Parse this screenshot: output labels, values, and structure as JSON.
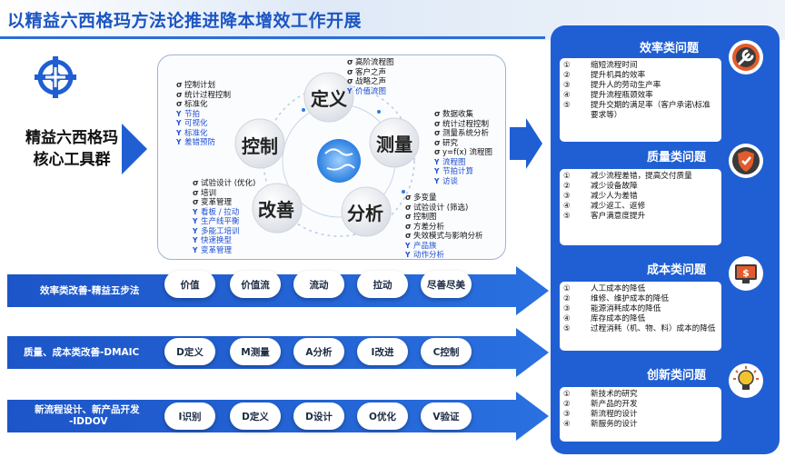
{
  "title": "以精益六西格玛方法论推进降本增效工作开展",
  "core_label_line1": "精益六西格玛",
  "core_label_line2": "核心工具群",
  "circles": [
    {
      "label": "定义",
      "tools": [
        {
          "kind": "s",
          "text": "高阶流程图"
        },
        {
          "kind": "s",
          "text": "客户之声"
        },
        {
          "kind": "s",
          "text": "战略之声"
        },
        {
          "kind": "t",
          "text": "价值流图"
        }
      ]
    },
    {
      "label": "测量",
      "tools": [
        {
          "kind": "s",
          "text": "数据收集"
        },
        {
          "kind": "s",
          "text": "统计过程控制"
        },
        {
          "kind": "s",
          "text": "测量系统分析"
        },
        {
          "kind": "s",
          "text": "研究"
        },
        {
          "kind": "s",
          "text": "y=f(x) 流程图"
        },
        {
          "kind": "t",
          "text": "流程图"
        },
        {
          "kind": "t",
          "text": "节拍计算"
        },
        {
          "kind": "t",
          "text": "访谈"
        }
      ]
    },
    {
      "label": "分析",
      "tools": [
        {
          "kind": "s",
          "text": "多变量"
        },
        {
          "kind": "s",
          "text": "试验设计 (筛选)"
        },
        {
          "kind": "s",
          "text": "控制图"
        },
        {
          "kind": "s",
          "text": "方差分析"
        },
        {
          "kind": "s",
          "text": "失效模式与影响分析"
        },
        {
          "kind": "t",
          "text": "产品族"
        },
        {
          "kind": "t",
          "text": "动作分析"
        }
      ]
    },
    {
      "label": "改善",
      "tools": [
        {
          "kind": "s",
          "text": "试验设计 (优化)"
        },
        {
          "kind": "s",
          "text": "培训"
        },
        {
          "kind": "s",
          "text": "变革管理"
        },
        {
          "kind": "t",
          "text": "看板 / 拉动"
        },
        {
          "kind": "t",
          "text": "生产线平衡"
        },
        {
          "kind": "t",
          "text": "多能工培训"
        },
        {
          "kind": "t",
          "text": "快速换型"
        },
        {
          "kind": "t",
          "text": "变革管理"
        }
      ]
    },
    {
      "label": "控制",
      "tools": [
        {
          "kind": "s",
          "text": "控制计划"
        },
        {
          "kind": "s",
          "text": "统计过程控制"
        },
        {
          "kind": "s",
          "text": "标准化"
        },
        {
          "kind": "t",
          "text": "节拍"
        },
        {
          "kind": "t",
          "text": "可视化"
        },
        {
          "kind": "t",
          "text": "标准化"
        },
        {
          "kind": "t",
          "text": "差错预防"
        }
      ]
    }
  ],
  "rows": [
    {
      "label": "效率类改善-精益五步法",
      "steps": [
        "价值",
        "价值流",
        "流动",
        "拉动",
        "尽善尽美"
      ]
    },
    {
      "label": "质量、成本类改善-DMAIC",
      "steps": [
        "D定义",
        "M测量",
        "A分析",
        "I改进",
        "C控制"
      ]
    },
    {
      "label_line1": "新流程设计、新产品开发",
      "label_line2": "-IDDOV",
      "steps": [
        "I识别",
        "D定义",
        "D设计",
        "O优化",
        "V验证"
      ]
    }
  ],
  "categories": [
    {
      "title": "效率类问题",
      "icon": "wrench-gear-icon",
      "items": [
        {
          "num": "①",
          "text": "缩短流程时间"
        },
        {
          "num": "②",
          "text": "提升机具的效率"
        },
        {
          "num": "③",
          "text": "提升人的劳动生产率"
        },
        {
          "num": "④",
          "text": "提升流程瓶颈效率"
        },
        {
          "num": "⑤",
          "text": "提升交期的满足率（客户承诺\\标准要求等）"
        }
      ]
    },
    {
      "title": "质量类问题",
      "icon": "shield-icon",
      "items": [
        {
          "num": "①",
          "text": "减少流程差错，提高交付质量"
        },
        {
          "num": "②",
          "text": "减少设备故障"
        },
        {
          "num": "③",
          "text": "减少人为差错"
        },
        {
          "num": "④",
          "text": "减少返工、返修"
        },
        {
          "num": "⑤",
          "text": "客户满意度提升"
        }
      ]
    },
    {
      "title": "成本类问题",
      "icon": "monitor-dollar-icon",
      "items": [
        {
          "num": "①",
          "text": "人工成本的降低"
        },
        {
          "num": "②",
          "text": "维修、维护成本的降低"
        },
        {
          "num": "③",
          "text": "能源消耗成本的降低"
        },
        {
          "num": "④",
          "text": "库存成本的降低"
        },
        {
          "num": "⑤",
          "text": "过程消耗（机、物、料）成本的降低"
        }
      ]
    },
    {
      "title": "创新类问题",
      "icon": "lightbulb-icon",
      "items": [
        {
          "num": "①",
          "text": "新技术的研究"
        },
        {
          "num": "②",
          "text": "新产品的开发"
        },
        {
          "num": "③",
          "text": "新流程的设计"
        },
        {
          "num": "④",
          "text": "新服务的设计"
        }
      ]
    }
  ]
}
